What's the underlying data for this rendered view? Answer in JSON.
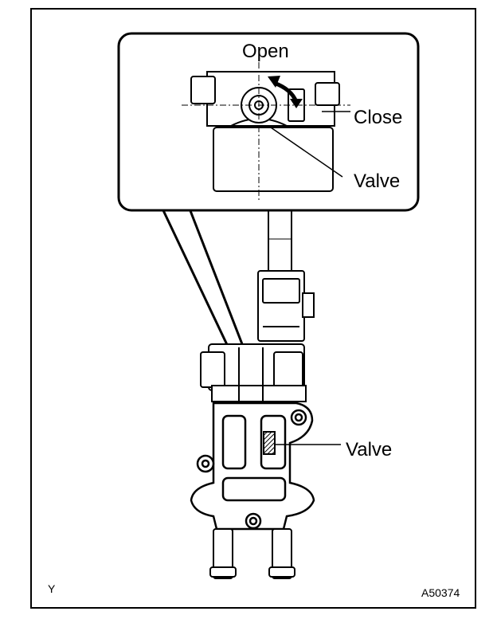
{
  "labels": {
    "open": "Open",
    "close": "Close",
    "valve_detail": "Valve",
    "valve_main": "Valve"
  },
  "footer": {
    "left_code": "Y",
    "figure_id": "A50374"
  },
  "colors": {
    "line": "#000000",
    "background": "#ffffff",
    "hatch": "#000000"
  }
}
